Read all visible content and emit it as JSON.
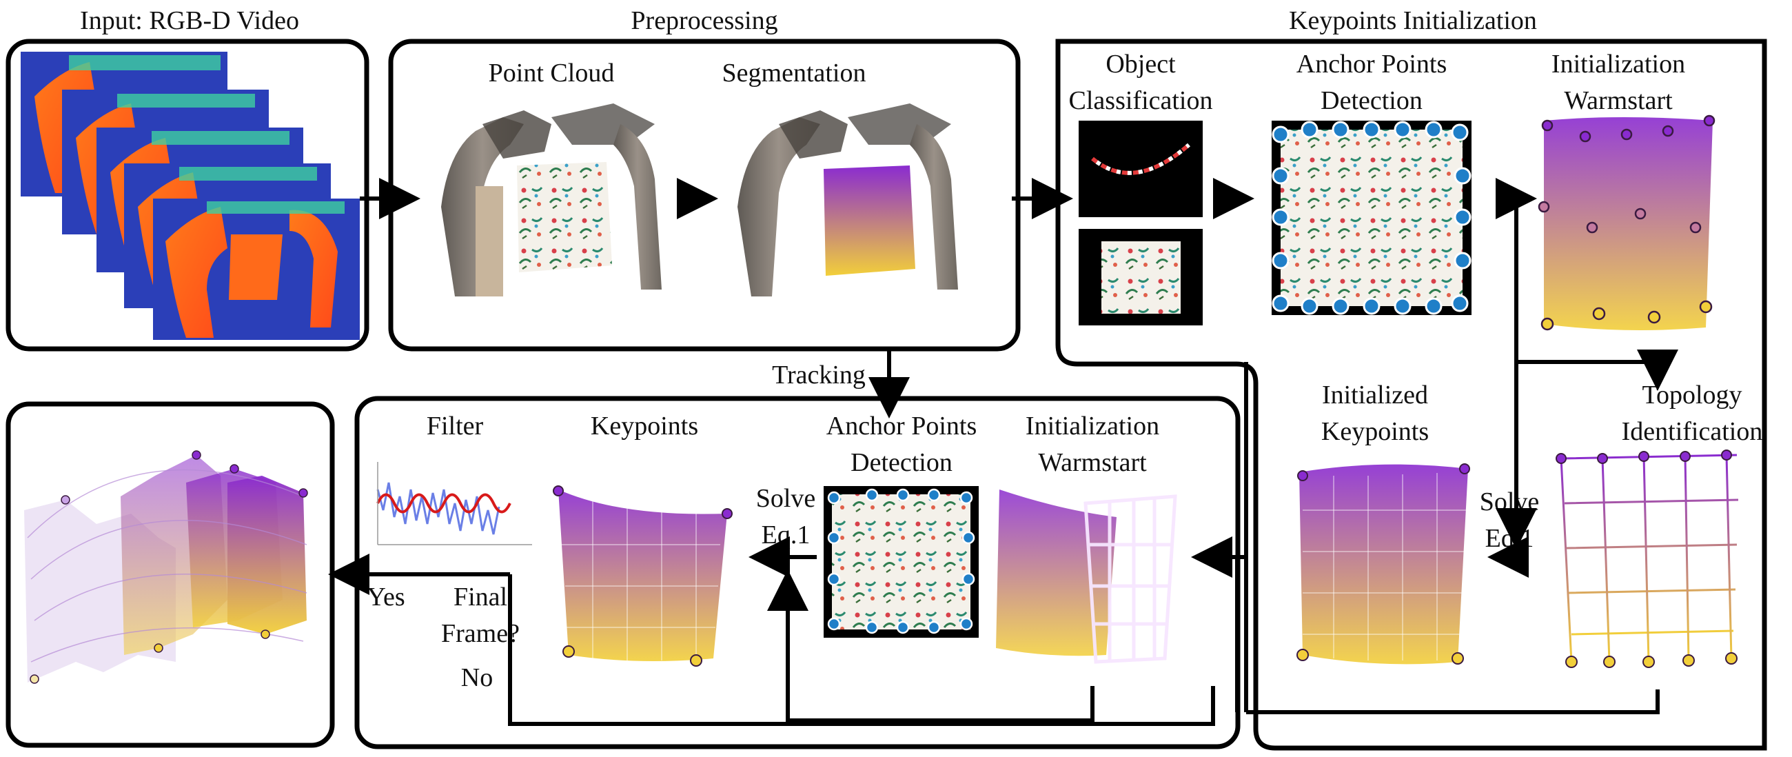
{
  "sections": {
    "input": "Input: RGB-D Video",
    "preprocessing": "Preprocessing",
    "keypoints_init": "Keypoints Initialization"
  },
  "preprocessing": {
    "point_cloud": "Point Cloud",
    "segmentation": "Segmentation"
  },
  "init": {
    "object_classification": [
      "Object",
      "Classification"
    ],
    "anchor_points": [
      "Anchor Points",
      "Detection"
    ],
    "warmstart": [
      "Initialization",
      "Warmstart"
    ],
    "topology": [
      "Topology",
      "Identification"
    ],
    "initialized_keypoints": [
      "Initialized",
      "Keypoints"
    ],
    "solve": [
      "Solve",
      "Eq.1"
    ]
  },
  "tracking": {
    "label": "Tracking",
    "filter": "Filter",
    "keypoints": "Keypoints",
    "anchor_points": [
      "Anchor Points",
      "Detection"
    ],
    "warmstart": [
      "Initialization",
      "Warmstart"
    ],
    "solve": [
      "Solve",
      "Eq.1"
    ],
    "yes": "Yes",
    "final_frame": [
      "Final",
      "Frame?"
    ],
    "no": "No"
  },
  "colors": {
    "purple": "#8a2bd0",
    "yellow": "#f2cf3a",
    "depth_blue": "#2b3fb8",
    "depth_orange": "#ff5a1f",
    "filter_red": "#d81a1a",
    "filter_blue": "#6a7fe6",
    "anchor_dot": "#1f7fc8"
  }
}
